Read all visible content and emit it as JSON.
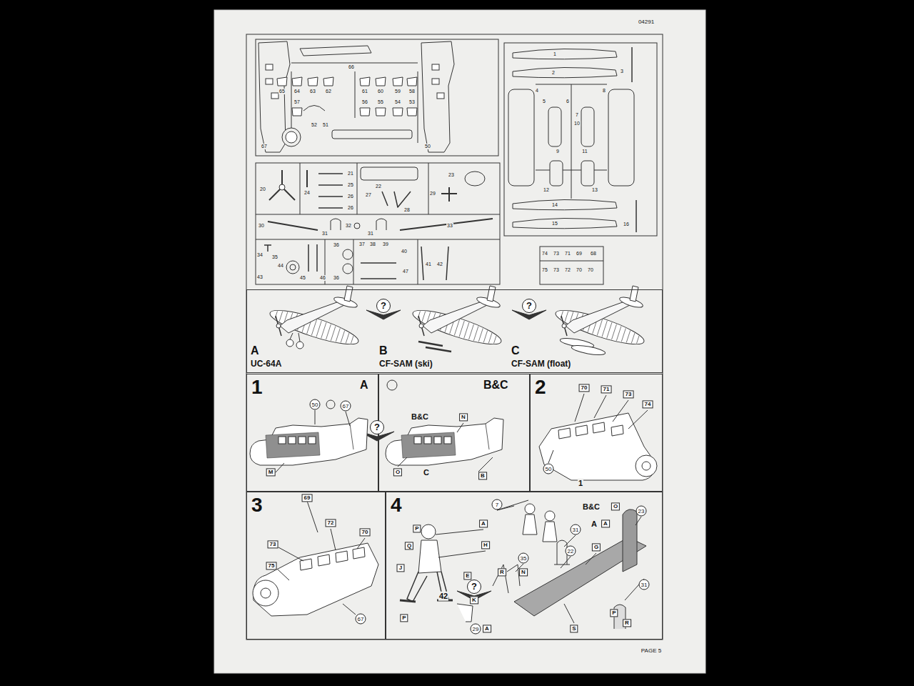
{
  "diagram": {
    "nodes": [
      {
        "text": [
          "A",
          "UC-64A",
          "B",
          "CF-SAM (ski)",
          "C",
          "CF-SAM (float)"
        ]
      },
      {
        "text": [
          "1",
          "A"
        ]
      },
      {
        "text": [
          "B&C"
        ]
      },
      {
        "text": [
          "2"
        ]
      },
      {
        "text": [
          "3"
        ]
      },
      {
        "text": [
          "4"
        ]
      }
    ],
    "labels": [
      "04291",
      "66",
      "65",
      "64",
      "63",
      "62",
      "61",
      "60",
      "59",
      "58",
      "57",
      "56",
      "55",
      "54",
      "53",
      "52",
      "51",
      "50",
      "67",
      "20",
      "21",
      "22",
      "23",
      "24",
      "25",
      "26",
      "26",
      "27",
      "28",
      "29",
      "30",
      "31",
      "32",
      "31",
      "33",
      "34",
      "35",
      "36",
      "36",
      "37",
      "38",
      "39",
      "40",
      "41",
      "42",
      "43",
      "44",
      "45",
      "46",
      "47",
      "1",
      "2",
      "3",
      "4",
      "5",
      "6",
      "7",
      "8",
      "9",
      "10",
      "11",
      "12",
      "13",
      "14",
      "15",
      "16",
      "74",
      "73",
      "71",
      "69",
      "68",
      "75",
      "73",
      "72",
      "70",
      "70",
      "?",
      "?",
      "?",
      "50",
      "67",
      "M",
      "B&C",
      "N",
      "O",
      "C",
      "B",
      "70",
      "71",
      "73",
      "74",
      "50",
      "1",
      "69",
      "72",
      "70",
      "73",
      "75",
      "67",
      "7",
      "P",
      "A",
      "Q",
      "H",
      "J",
      "E",
      "?",
      "P",
      "42",
      "K",
      "29",
      "A",
      "35",
      "N",
      "R",
      "31",
      "22",
      "G",
      "S",
      "B&C",
      "O",
      "A",
      "A",
      "23",
      "31",
      "P",
      "R",
      "PAGE 5"
    ]
  }
}
